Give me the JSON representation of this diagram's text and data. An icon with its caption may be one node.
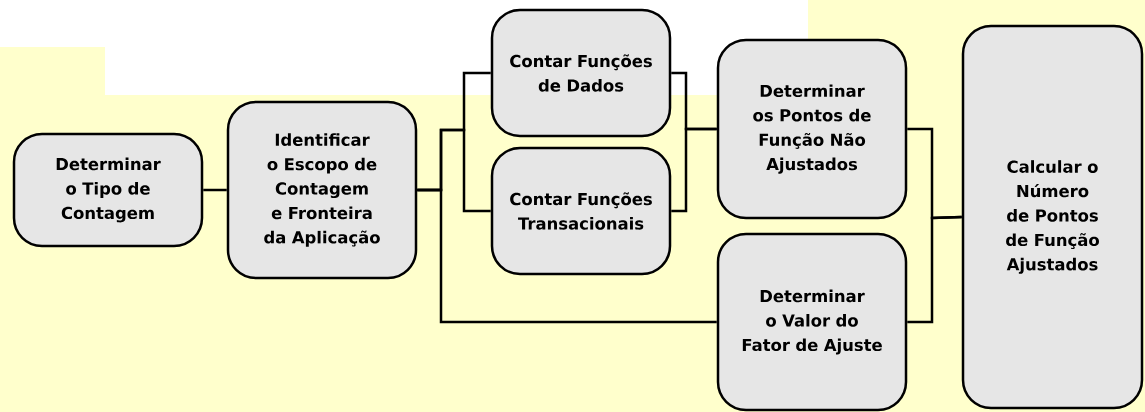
{
  "diagram": {
    "nodes": [
      {
        "text": [
          "Determinar o Tipo de Contagem"
        ]
      },
      {
        "text": [
          "Identificar o Escopo de Contagem e Fronteira da Aplicação"
        ]
      },
      {
        "text": [
          "Contar Funções de Dados"
        ]
      },
      {
        "text": [
          "Contar Funções Transacionais"
        ]
      },
      {
        "text": [
          "Determinar os Pontos de Função Não Ajustados"
        ]
      },
      {
        "text": [
          "Determinar o Valor do Fator de Ajuste"
        ]
      },
      {
        "text": [
          "Calcular o Número de Pontos de Função Ajustados"
        ]
      }
    ],
    "edges": [
      {
        "from": 0,
        "to": 1,
        "arrow": "none"
      },
      {
        "from": 1,
        "to": 2,
        "arrow": "none"
      },
      {
        "from": 1,
        "to": 3,
        "arrow": "none"
      },
      {
        "from": 1,
        "to": 5,
        "arrow": "none"
      },
      {
        "from": 2,
        "to": 4,
        "arrow": "none"
      },
      {
        "from": 3,
        "to": 4,
        "arrow": "none"
      },
      {
        "from": 4,
        "to": 6,
        "arrow": "none"
      },
      {
        "from": 5,
        "to": 6,
        "arrow": "none"
      }
    ]
  }
}
